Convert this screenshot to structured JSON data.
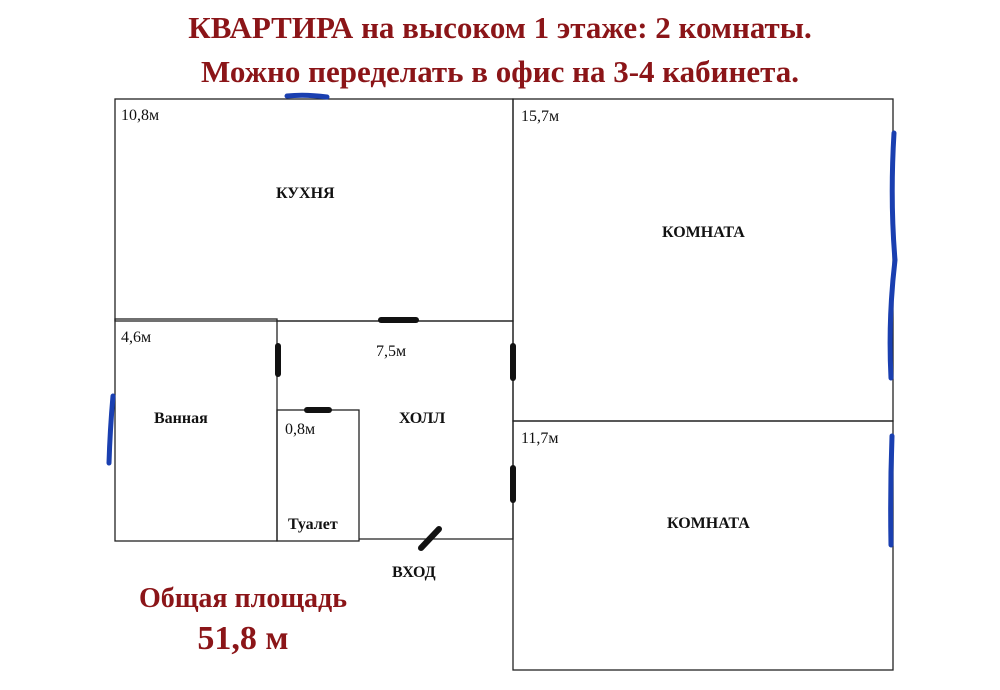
{
  "title": {
    "line1": "КВАРТИРА на высоком 1 этаже: 2 комнаты.",
    "line2": "Можно переделать в офис на 3-4 кабинета."
  },
  "rooms": {
    "kitchen": {
      "name": "КУХНЯ",
      "area": "10,8м"
    },
    "room1": {
      "name": "КОМНАТА",
      "area": "15,7м"
    },
    "room2": {
      "name": "КОМНАТА",
      "area": "11,7м"
    },
    "bathroom": {
      "name": "Ванная",
      "area": "4,6м"
    },
    "hall": {
      "name": "ХОЛЛ",
      "area": "7,5м"
    },
    "toilet": {
      "name": "Туалет",
      "area": "0,8м"
    }
  },
  "entrance": "ВХОД",
  "total": {
    "label": "Общая площадь",
    "value": "51,8 м"
  },
  "colors": {
    "title": "#8b1518",
    "window": "#1a3fb0",
    "door": "#111111"
  }
}
